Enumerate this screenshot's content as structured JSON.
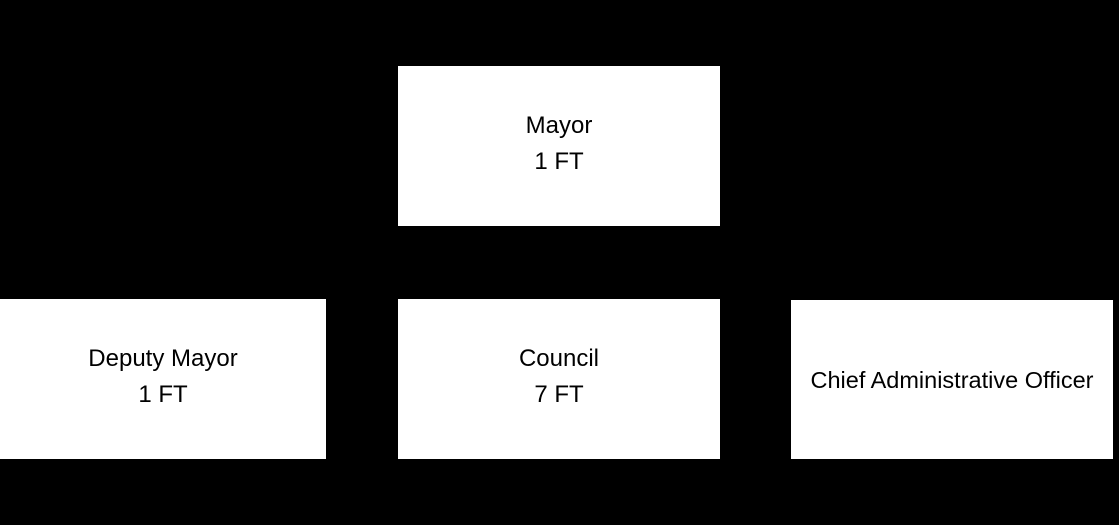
{
  "diagram": {
    "type": "organizational-chart",
    "background_color": "#000000",
    "node_fill_color": "#ffffff",
    "node_text_color": "#000000",
    "connector_color": "#000000",
    "nodes": [
      {
        "id": "mayor",
        "title": "Mayor",
        "staffing": "1 FT",
        "level": 0
      },
      {
        "id": "deputy-mayor",
        "title": "Deputy Mayor",
        "staffing": "1 FT",
        "level": 1
      },
      {
        "id": "council",
        "title": "Council",
        "staffing": "7 FT",
        "level": 1
      },
      {
        "id": "chief-administrative-officer",
        "title": "Chief Administrative Officer",
        "staffing": "",
        "level": 1
      }
    ]
  }
}
